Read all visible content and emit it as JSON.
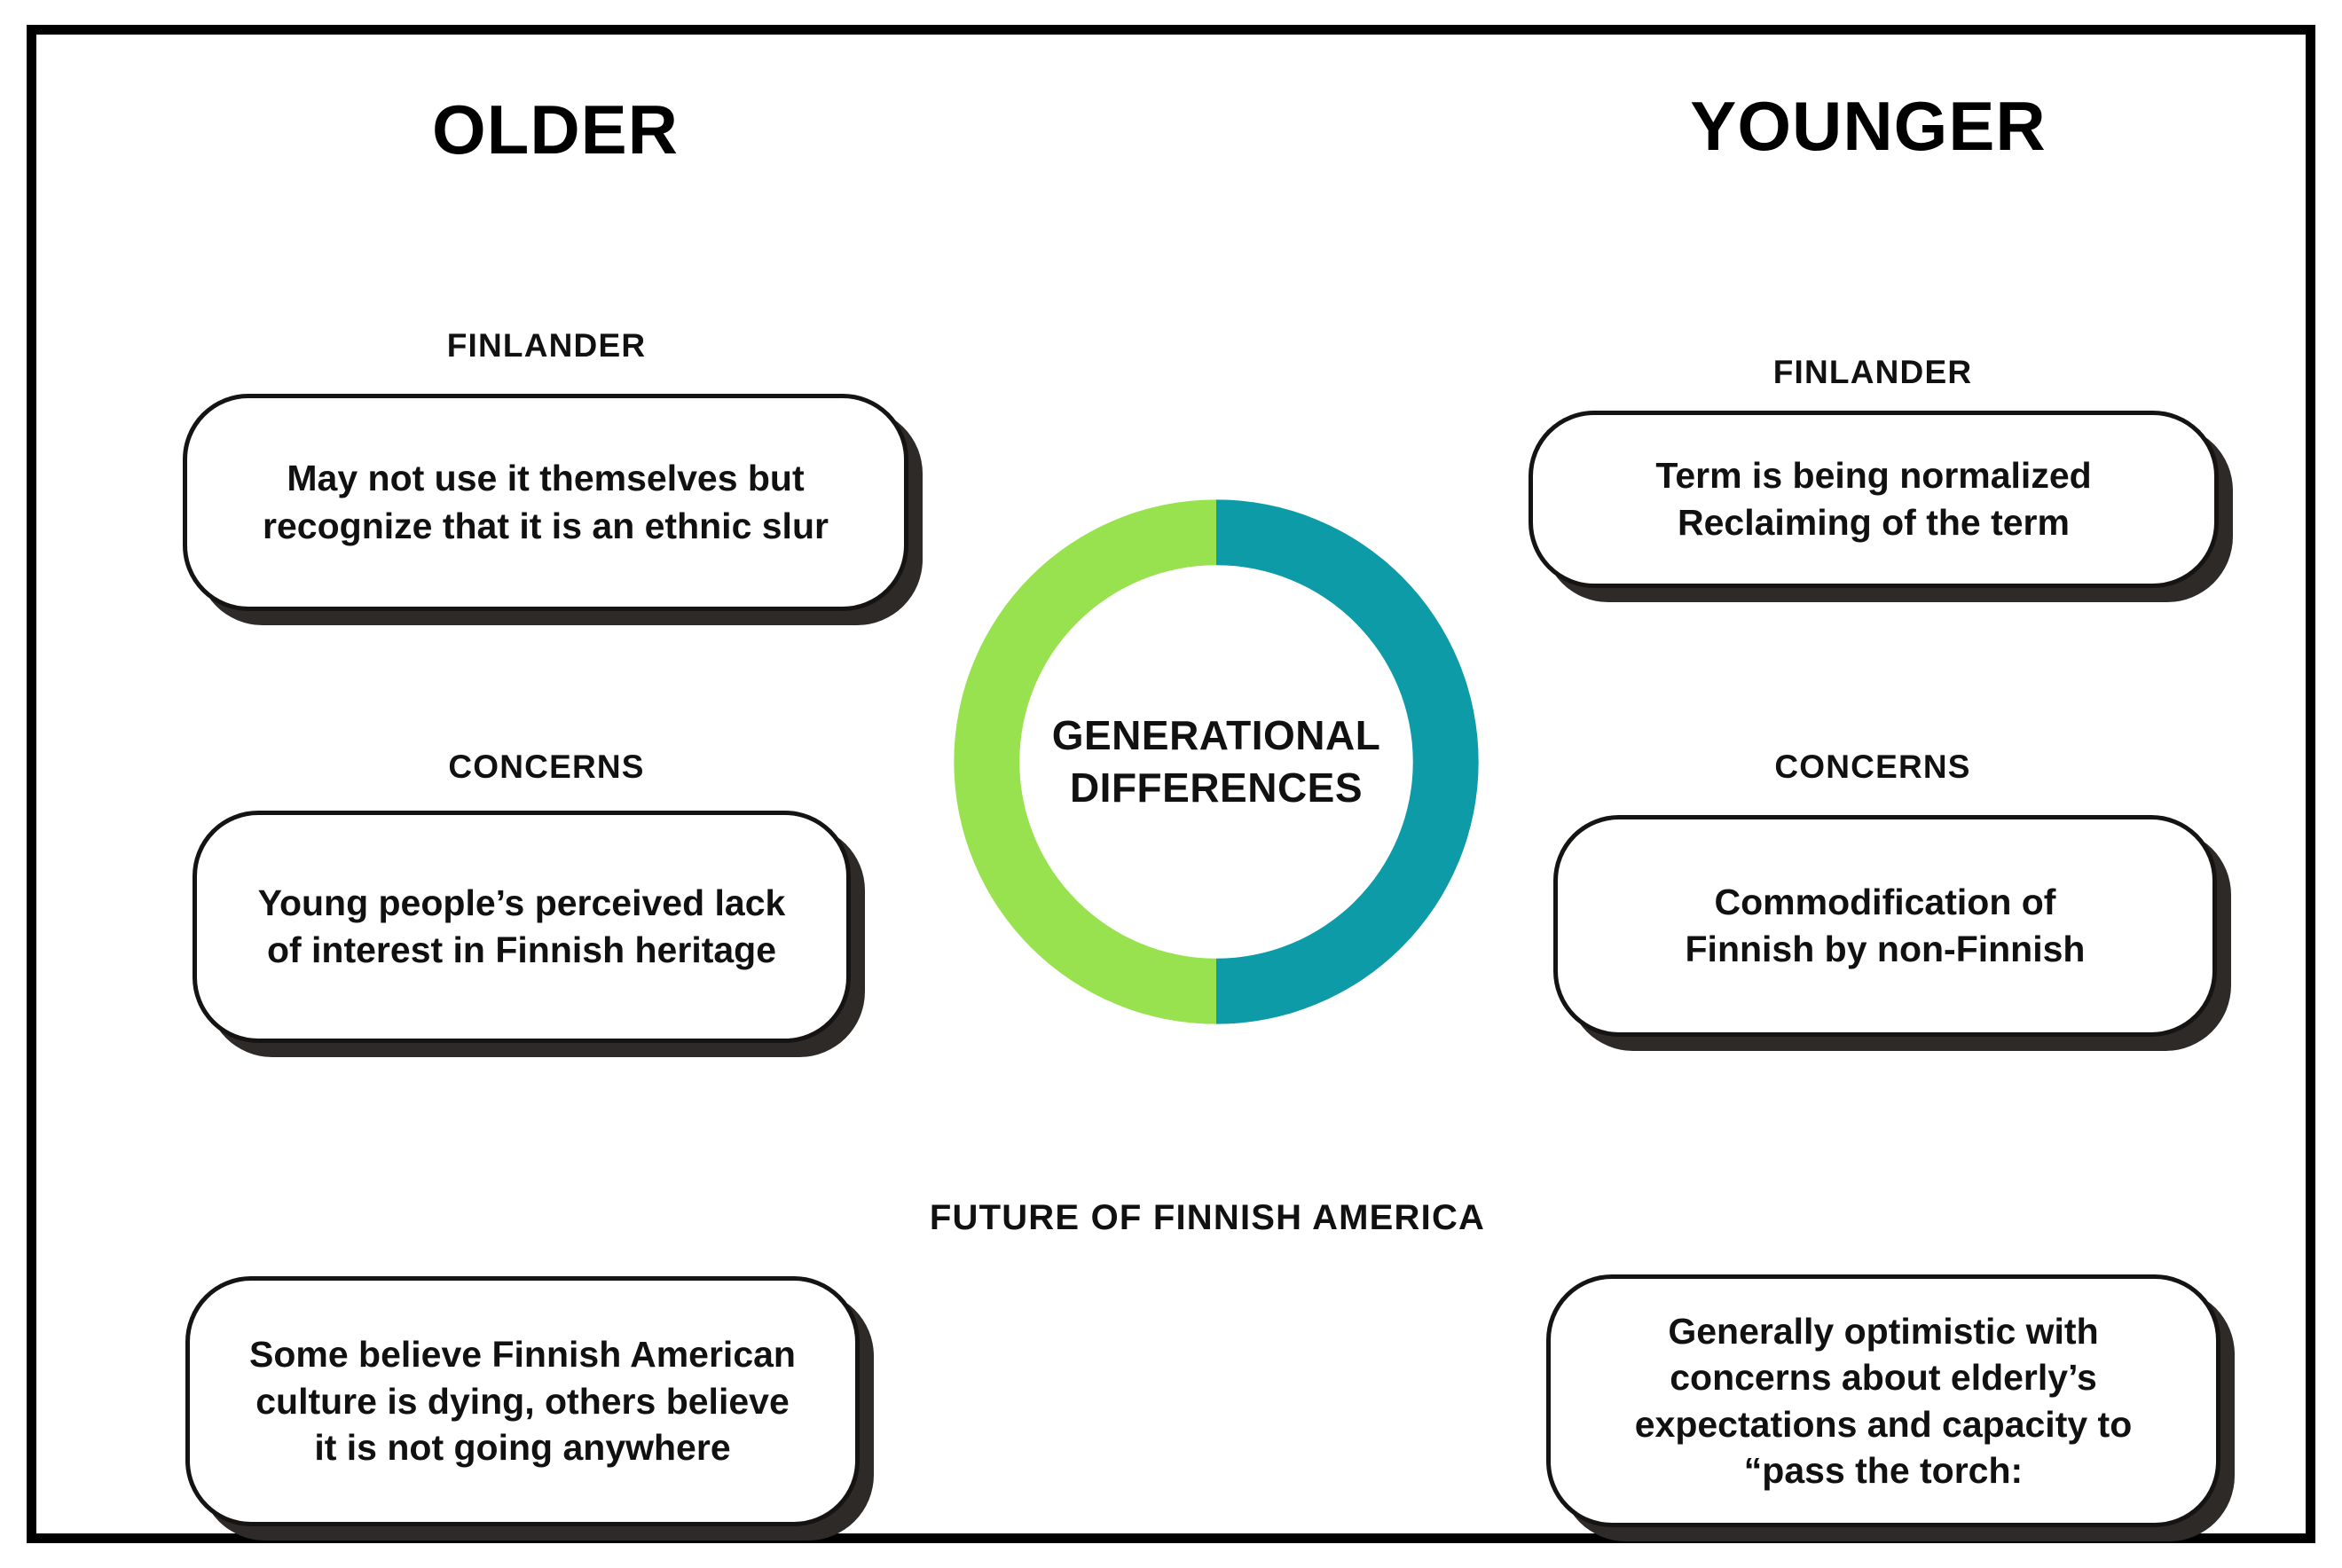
{
  "columns": {
    "left": {
      "header": "OLDER"
    },
    "right": {
      "header": "YOUNGER"
    }
  },
  "sections": {
    "finlander": {
      "label": "FINLANDER"
    },
    "concerns": {
      "label": "CONCERNS"
    },
    "future": {
      "label": "FUTURE OF FINNISH AMERICA"
    }
  },
  "cards": {
    "left_finlander": "May not use it themselves but\nrecognize that it is an ethnic slur",
    "right_finlander": "Term is being normalized\nReclaiming of the term",
    "left_concerns": "Young people’s perceived lack\nof interest in Finnish heritage",
    "right_concerns": "Commodification of\nFinnish by non-Finnish",
    "left_future": "Some believe Finnish American\nculture is dying, others believe\nit is not going anywhere",
    "right_future": "Generally optimistic with\nconcerns about elderly’s\nexpectations and capacity to\n“pass the torch:"
  },
  "chart_data": {
    "type": "pie",
    "title": "GENERATIONAL DIFFERENCES",
    "center_label_line1": "GENERATIONAL",
    "center_label_line2": "DIFFERENCES",
    "categories": [
      "OLDER",
      "YOUNGER"
    ],
    "values": [
      50,
      50
    ],
    "colors": [
      "#99E24F",
      "#0D9BA8"
    ],
    "legend": "none",
    "donut": true,
    "inner_radius_ratio": 0.73,
    "start_angle_deg": 0,
    "xlabel": "",
    "ylabel": ""
  },
  "colors": {
    "green": "#99E24F",
    "teal": "#0D9BA8",
    "ink": "#111111",
    "shadow": "#2e2a28",
    "frame": "#000000",
    "background": "#ffffff"
  }
}
